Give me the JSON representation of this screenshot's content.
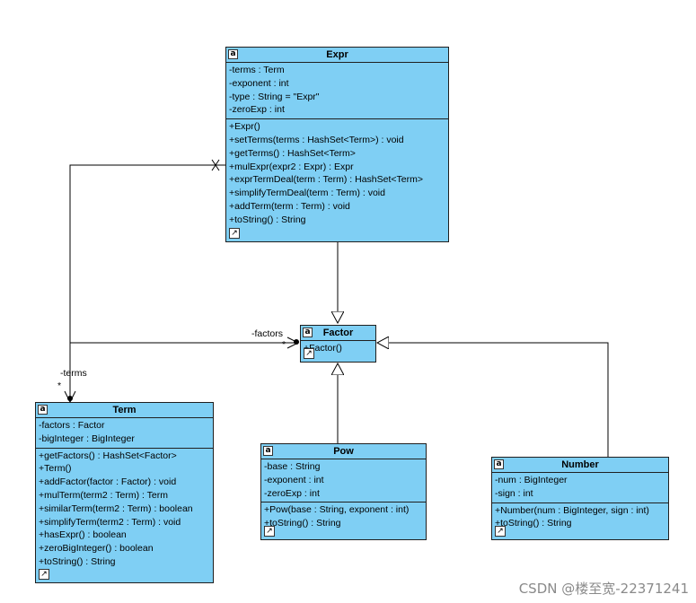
{
  "classes": {
    "expr": {
      "name": "Expr",
      "attributes": [
        "-terms : Term",
        "-exponent : int",
        "-type : String = \"Expr\"",
        "-zeroExp : int"
      ],
      "operations": [
        "+Expr()",
        "+setTerms(terms : HashSet<Term>) : void",
        "+getTerms() : HashSet<Term>",
        "+mulExpr(expr2 : Expr) : Expr",
        "+exprTermDeal(term : Term) : HashSet<Term>",
        "+simplifyTermDeal(term : Term) : void",
        "+addTerm(term : Term) : void",
        "+toString() : String"
      ]
    },
    "factor": {
      "name": "Factor",
      "attributes": [],
      "operations": [
        "+Factor()"
      ]
    },
    "term": {
      "name": "Term",
      "attributes": [
        "-factors : Factor",
        "-bigInteger : BigInteger"
      ],
      "operations": [
        "+getFactors() : HashSet<Factor>",
        "+Term()",
        "+addFactor(factor : Factor) : void",
        "+mulTerm(term2 : Term) : Term",
        "+similarTerm(term2 : Term) : boolean",
        "+simplifyTerm(term2 : Term) : void",
        "+hasExpr() : boolean",
        "+zeroBigInteger() : boolean",
        "+toString() : String"
      ]
    },
    "pow": {
      "name": "Pow",
      "attributes": [
        "-base : String",
        "-exponent : int",
        "-zeroExp : int"
      ],
      "operations": [
        "+Pow(base : String, exponent : int)",
        "+toString() : String"
      ]
    },
    "number": {
      "name": "Number",
      "attributes": [
        "-num : BigInteger",
        "-sign : int"
      ],
      "operations": [
        "+Number(num : BigInteger, sign : int)",
        "+toString() : String"
      ]
    }
  },
  "labels": {
    "factors_role": "-factors",
    "factors_mult": "*",
    "terms_role": "-terms",
    "terms_mult": "*"
  },
  "watermark": "CSDN @楼至宽-22371241"
}
